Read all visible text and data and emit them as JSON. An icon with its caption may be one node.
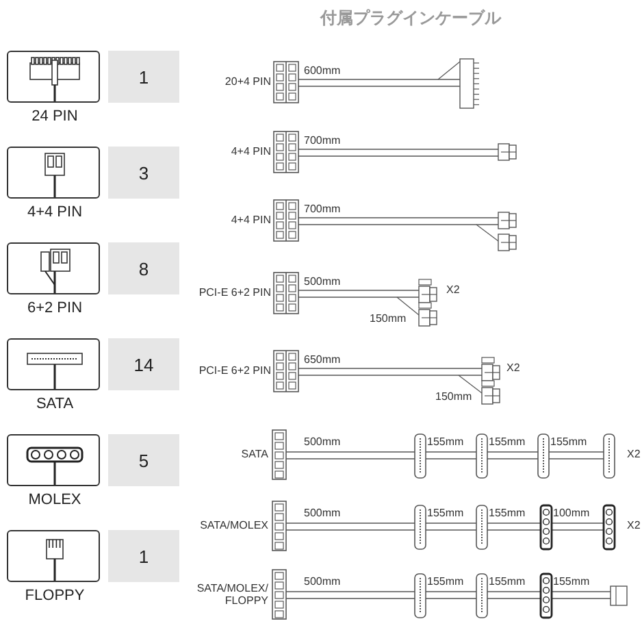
{
  "diagram": {
    "title": "付属プラグインケーブル",
    "nodes": [
      {
        "text": [
          "24 PIN"
        ]
      },
      {
        "text": [
          "1"
        ]
      },
      {
        "text": [
          "4+4 PIN"
        ]
      },
      {
        "text": [
          "3"
        ]
      },
      {
        "text": [
          "6+2 PIN"
        ]
      },
      {
        "text": [
          "8"
        ]
      },
      {
        "text": [
          "SATA"
        ]
      },
      {
        "text": [
          "14"
        ]
      },
      {
        "text": [
          "MOLEX"
        ]
      },
      {
        "text": [
          "5"
        ]
      },
      {
        "text": [
          "FLOPPY"
        ]
      },
      {
        "text": [
          "1"
        ]
      }
    ],
    "labels": [
      "20+4 PIN",
      "600mm",
      "4+4 PIN",
      "700mm",
      "4+4 PIN",
      "700mm",
      "PCI-E 6+2 PIN",
      "500mm",
      "X2",
      "150mm",
      "PCI-E 6+2 PIN",
      "650mm",
      "X2",
      "150mm",
      "SATA",
      "500mm",
      "155mm",
      "155mm",
      "155mm",
      "X2",
      "SATA/MOLEX",
      "500mm",
      "155mm",
      "155mm",
      "100mm",
      "X2",
      "SATA/MOLEX/ FLOPPY",
      "500mm",
      "155mm",
      "155mm",
      "155mm"
    ]
  }
}
